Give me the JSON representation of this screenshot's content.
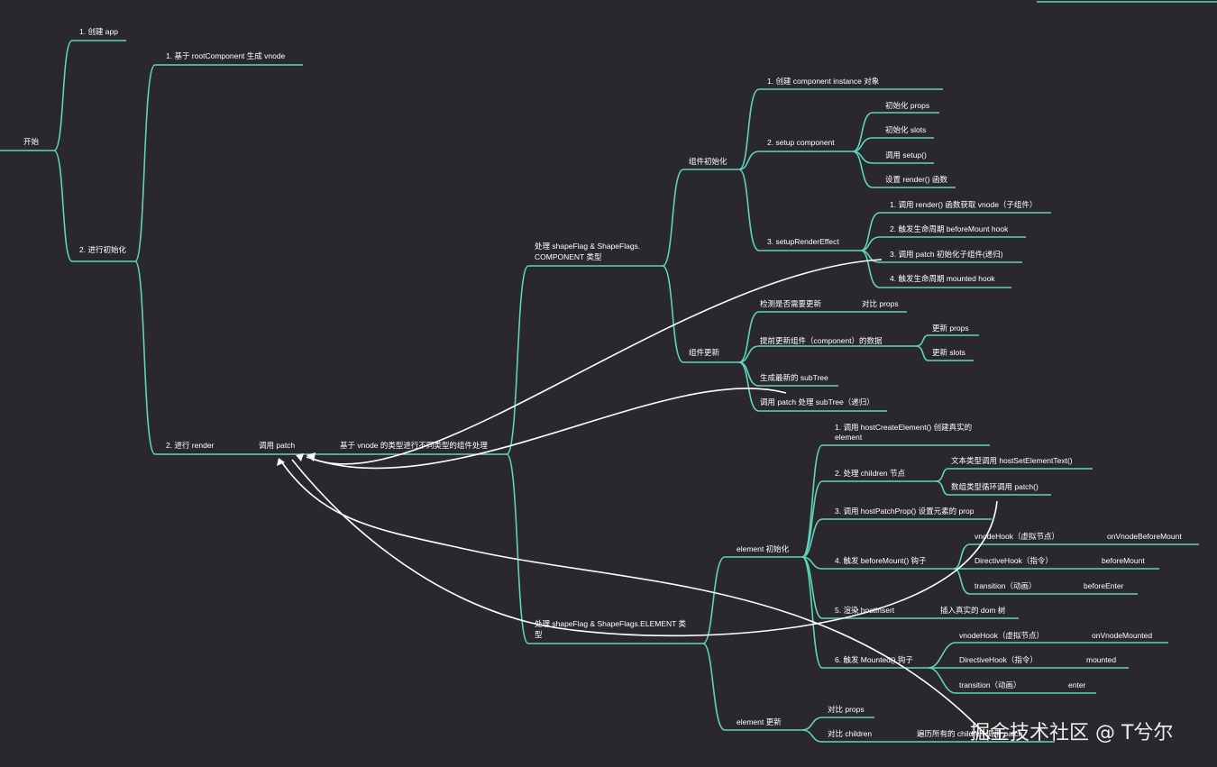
{
  "colors": {
    "background": "#2a282c",
    "branch": "#5fd4bd",
    "arrow": "#ffffff",
    "text": "#ffffff"
  },
  "nodes": {
    "root": "开始",
    "create_app": "1. 创建 app",
    "init": "2. 进行初始化",
    "create_vnode": "1. 基于 rootComponent 生成 vnode",
    "render": "2. 进行 render",
    "patch": "调用 patch",
    "dispatch": "基于 vnode 的类型进行不同类型的组件处理",
    "component_branch_l1": "处理 shapeFlag & ShapeFlags.",
    "component_branch_l2": "COMPONENT 类型",
    "element_branch_l1": "处理 shapeFlag & ShapeFlags.ELEMENT 类",
    "element_branch_l2": "型",
    "comp_init": "组件初始化",
    "create_instance": "1. 创建 component instance 对象",
    "setup_component": "2. setup component",
    "init_props": "初始化 props",
    "init_slots": "初始化 slots",
    "call_setup": "调用 setup()",
    "set_render": "设置 render() 函数",
    "setup_render_effect": "3. setupRenderEffect",
    "call_render": "1. 调用 render() 函数获取 vnode（子组件）",
    "before_mount_hook": "2. 触发生命周期 beforeMount hook",
    "patch_children": "3. 调用 patch 初始化子组件(递归)",
    "mounted_hook": "4. 触发生命周期 mounted hook",
    "comp_update": "组件更新",
    "check_update": "检测是否需要更新",
    "compare_props": "对比 props",
    "update_component_data": "提前更新组件（component）的数据",
    "update_props": "更新 props",
    "update_slots": "更新 slots",
    "gen_subtree": "生成最新的 subTree",
    "patch_subtree": "调用 patch 处理 subTree（递归）",
    "el_init": "element 初始化",
    "host_create_l1": "1. 调用 hostCreateElement() 创建真实的",
    "host_create_l2": "element",
    "process_children": "2. 处理 children 节点",
    "text_children": "文本类型调用  hostSetElementText()",
    "array_children": "数组类型循环调用 patch()",
    "host_patch_prop": "3. 调用 hostPatchProp() 设置元素的 prop",
    "before_mount_el": "4. 触发 beforeMount() 钩子",
    "vnode_hook_bm": "vnodeHook（虚拟节点）",
    "on_vnode_before_mount": "onVnodeBeforeMount",
    "directive_hook_bm": "DirectiveHook（指令）",
    "before_mount": "beforeMount",
    "transition_bm": "transition（动画）",
    "before_enter": "beforeEnter",
    "host_insert": "5. 渲染 hostInsert",
    "insert_dom": "插入真实的 dom 树",
    "mounted_el": "6. 触发 Mounted() 钩子",
    "vnode_hook_m": "vnodeHook（虚拟节点）",
    "on_vnode_mounted": "onVnodeMounted",
    "directive_hook_m": "DirectiveHook（指令）",
    "mounted": "mounted",
    "transition_m": "transition（动画）",
    "enter": "enter",
    "el_update": "element 更新",
    "el_compare_props": "对比 props",
    "el_compare_children": "对比 children",
    "iterate_children": "遍历所有的 children 调用 patch"
  },
  "watermark": "掘金技术社区 @ T兮尔"
}
